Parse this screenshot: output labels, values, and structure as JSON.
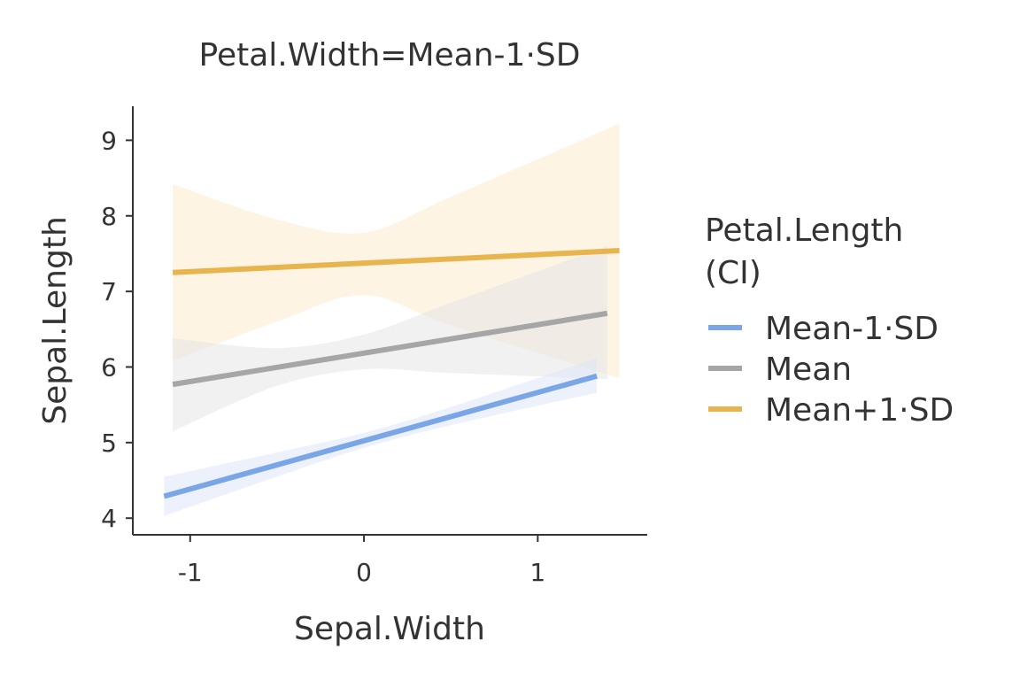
{
  "chart_data": {
    "type": "line",
    "title": "Petal.Width=Mean-1·SD",
    "xlabel": "Sepal.Width",
    "ylabel": "Sepal.Length",
    "xlim": [
      -1.33,
      1.63
    ],
    "ylim": [
      3.78,
      9.45
    ],
    "xticks": [
      -1,
      0,
      1
    ],
    "xtick_labels": [
      "-1",
      "0",
      "1"
    ],
    "yticks": [
      4,
      5,
      6,
      7,
      8,
      9
    ],
    "ytick_labels": [
      "4",
      "5",
      "6",
      "7",
      "8",
      "9"
    ],
    "grid": false,
    "legend": {
      "title": "Petal.Length\n(CI)",
      "placement": "right"
    },
    "series": [
      {
        "name": "Mean-1·SD",
        "color": "#7aa6e8",
        "band_color": "#dce6f7",
        "x": [
          -1.15,
          -0.5,
          0.0,
          0.5,
          1.34
        ],
        "y": [
          4.29,
          4.71,
          5.03,
          5.35,
          5.88
        ],
        "lower": [
          4.03,
          4.55,
          4.93,
          5.23,
          5.66
        ],
        "upper": [
          4.55,
          4.87,
          5.13,
          5.47,
          6.12
        ]
      },
      {
        "name": "Mean",
        "color": "#a6a6a6",
        "band_color": "#e6e6e6",
        "x": [
          -1.1,
          -0.5,
          0.0,
          0.5,
          1.4
        ],
        "y": [
          5.77,
          5.99,
          6.17,
          6.35,
          6.71
        ],
        "lower": [
          5.15,
          5.75,
          5.97,
          5.92,
          5.84
        ],
        "upper": [
          6.38,
          6.25,
          6.43,
          6.85,
          7.6
        ]
      },
      {
        "name": "Mean+1·SD",
        "color": "#e8b44e",
        "band_color": "#fbebce",
        "x": [
          -1.1,
          -0.5,
          0.0,
          0.5,
          1.47
        ],
        "y": [
          7.25,
          7.3,
          7.36,
          7.42,
          7.54
        ],
        "lower": [
          6.08,
          6.6,
          6.95,
          6.55,
          5.85
        ],
        "upper": [
          8.42,
          7.95,
          7.78,
          8.25,
          9.22
        ]
      }
    ]
  }
}
